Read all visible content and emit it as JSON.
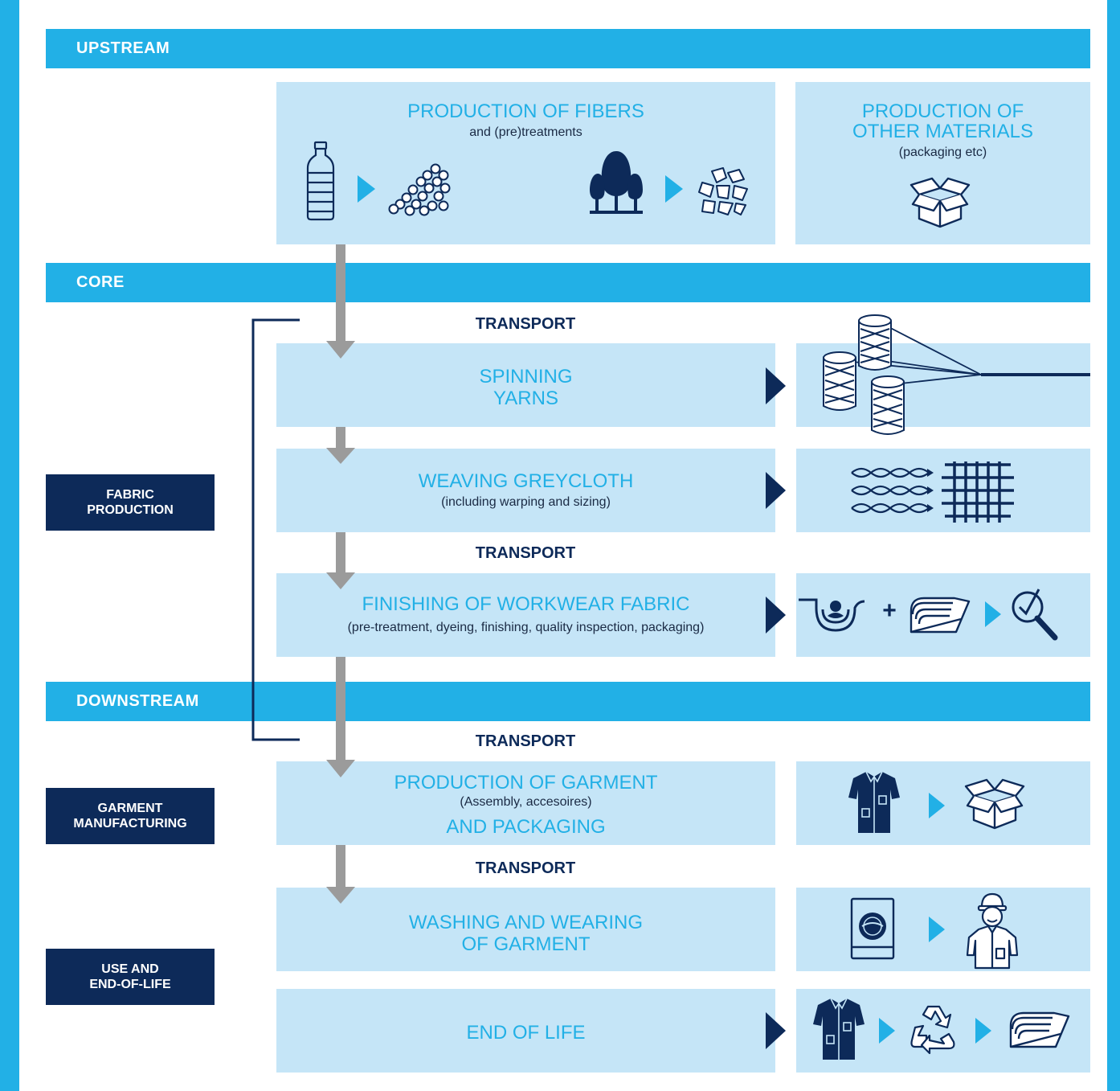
{
  "stages": {
    "upstream": "UPSTREAM",
    "core": "CORE",
    "downstream": "DOWNSTREAM"
  },
  "groups": {
    "fabric_production": [
      "FABRIC",
      "PRODUCTION"
    ],
    "garment_manufacturing": [
      "GARMENT",
      "MANUFACTURING"
    ],
    "use_end_of_life": [
      "USE AND",
      "END-OF-LIFE"
    ]
  },
  "transport_label": "TRANSPORT",
  "steps": {
    "fibers": {
      "title": "PRODUCTION OF FIBERS",
      "subtitle": "and (pre)treatments"
    },
    "other_materials": {
      "title_line1": "PRODUCTION OF",
      "title_line2": "OTHER MATERIALS",
      "subtitle": "(packaging etc)"
    },
    "spinning": {
      "title_line1": "SPINNING",
      "title_line2": "YARNS"
    },
    "weaving": {
      "title": "WEAVING GREYCLOTH",
      "subtitle": "(including warping and sizing)"
    },
    "finishing": {
      "title": "FINISHING OF WORKWEAR FABRIC",
      "subtitle": "(pre-treatment, dyeing, finishing, quality inspection, packaging)"
    },
    "garment": {
      "title": "PRODUCTION OF GARMENT",
      "subtitle": "(Assembly, accesoires)",
      "title2": "AND PACKAGING"
    },
    "washing": {
      "title_line1": "WASHING AND WEARING",
      "title_line2": "OF GARMENT"
    },
    "end_of_life": {
      "title": "END OF LIFE"
    }
  },
  "plus_sign": "+",
  "colors": {
    "accent": "#22b0e6",
    "navy": "#0d2a59",
    "panel": "#c5e5f7",
    "arrow_grey": "#9b9b9b"
  },
  "icons": [
    "bottle-icon",
    "pellets-icon",
    "trees-icon",
    "wood-chips-icon",
    "box-icon",
    "yarn-spools-icon",
    "weave-icon",
    "dye-bath-icon",
    "fabric-roll-icon",
    "inspection-icon",
    "shirt-icon",
    "washing-machine-icon",
    "worker-icon",
    "recycle-icon"
  ]
}
